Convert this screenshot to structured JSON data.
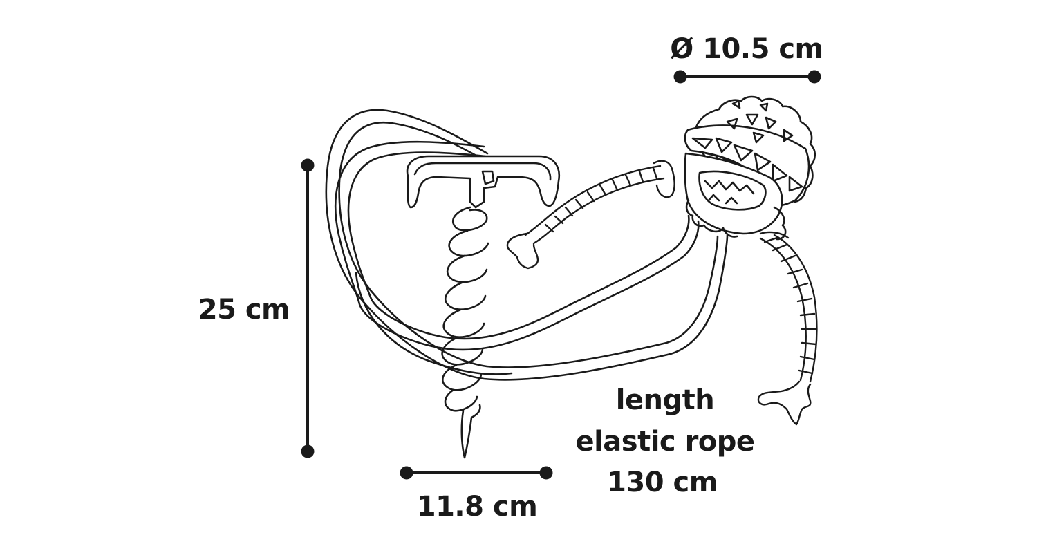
{
  "dimensions": {
    "ball_diameter": "Ø 10.5 cm",
    "height": "25 cm",
    "width": "11.8 cm",
    "rope_length": [
      "length",
      "elastic rope",
      "130 cm"
    ]
  },
  "illustration": {
    "items": [
      "ground-anchor-stake",
      "elastic-rope",
      "spiky-ball-toy",
      "knotted-rope"
    ]
  }
}
